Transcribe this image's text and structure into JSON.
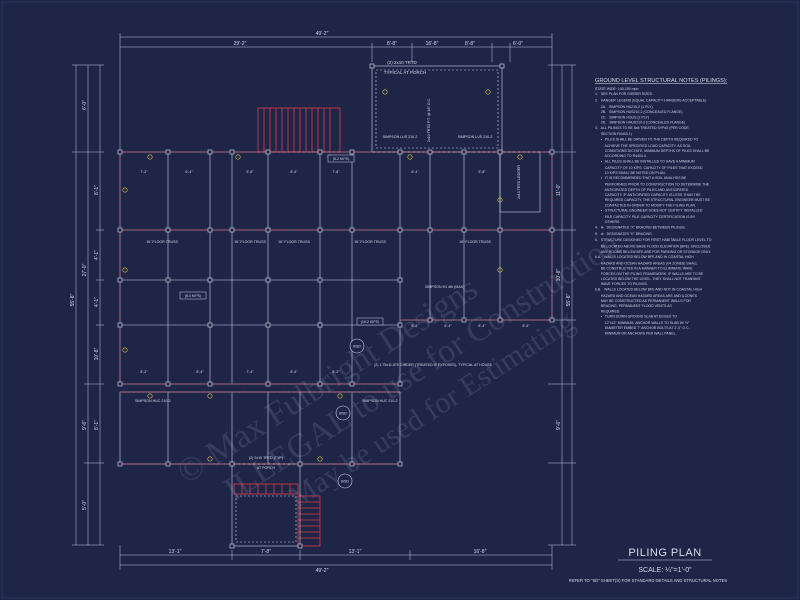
{
  "title": "PILING PLAN",
  "scale": "SCALE: ¼\"=1'-0\"",
  "refer_note": "REFER TO \"SD\" SHEET(S) FOR STANDARD DETAILS AND STRUCTURAL NOTES",
  "watermark": [
    "© Max Fulbright Designs",
    "ILLEGAL to use for Construction",
    "May be used for Estimating"
  ],
  "overall_dims": {
    "top_total": "49'-2\"",
    "top_left": "29'-2\"",
    "top_mid": "8'-8\"",
    "top_mid2": "16'-8\"",
    "top_mid3": "8'-8\"",
    "top_right": "6'-0\"",
    "bottom_total": "49'-2\"",
    "bottom_1": "13'-1\"",
    "bottom_2": "7'-8\"",
    "bottom_3": "13'-1\"",
    "bottom_4": "16'-8\"",
    "left_total": "55'-8\"",
    "left_1": "6'-0\"",
    "left_2": "27'-0\"",
    "left_3": "9'-6\"",
    "left_4": "5'-0\"",
    "right_total": "55'-8\"",
    "right_1": "11'-0\"",
    "right_2": "10'-8\"",
    "right_3": "9'-6\""
  },
  "bay_dims": {
    "upper": [
      "7'-2\"",
      "6'-4\"",
      "5'-6\"",
      "6'-4\"",
      "7'-8\"",
      "6'-4\"",
      "5'-8\""
    ],
    "lower": [
      "8'-2\"",
      "6'-4\"",
      "7'-4\"",
      "6'-4\"",
      "8'-2\""
    ],
    "east": [
      "6'-4\"",
      "6'-4\"",
      "6'-4\"",
      "6'-4\""
    ],
    "row_left": [
      "8'-1\"",
      "4'-1\"",
      "4'-1\"",
      "10'-8\"",
      "8'-1\""
    ]
  },
  "labels": {
    "porch_girder": "(2) 2x10 TRTD",
    "porch_top": "TYPICAL AT PORCH",
    "porch_side": "2x10 TRTD P.T. @ 16\" O.C.",
    "simpson_lus_1": "SIMPSON LUS 210-2",
    "simpson_lus_2": "SIMPSON LUS 210-2",
    "kips_top": "(5.2 KIPS)",
    "truss_1": "16\" FLOOR TRUSS",
    "truss_2": "16\" FLOOR TRUSS",
    "truss_3": "16\" FLOOR TRUSS",
    "truss_4": "16\" FLOOR TRUSS",
    "truss_5": "16\" FLOOR TRUSS",
    "kips_left": "(6.5 KIPS)",
    "simpson_h1": "SIMPSON H1 4th (MAX)",
    "kips_mid": "(16.2 KIPS)",
    "detail_1": "8/SD",
    "girder_note": "(2) 1.75x11.875 GIRDER (TREATED IF EXPOSED), TYPICAL AT HOUSE",
    "simpson_huc_1": "SIMPSON HUC 210-2",
    "simpson_huc_2": "SIMPSON HUC 210-2",
    "detail_2": "8/SD",
    "lower_girder": "(2) 2x10 TRTD (TYP)",
    "lower_porch": "AT PORCH",
    "detail_3": "8/SD",
    "east_ledger": "2x10 TRTD LEDGER"
  },
  "notes_title": "GROUND LEVEL STRUCTURAL NOTES (PILINGS):",
  "notes": [
    "STATE WIDE: 140-150 mph",
    "1.   SEE PLAN FOR GIRDER SIZES.",
    "2.   HANGER LEGEND (EQUAL CAPACITY HANGERS ACCEPTABLE)",
    "      2A.   SIMPSON HU210-2 (1 PLY)",
    "      2B.   SIMPSON HUS210-2 (CONCEALED FLANGE)",
    "      2C.   SIMPSON HGUS (2 PLY)",
    "      2D.   SIMPSON HHUS210-2 (CONCEALED FLANGE)",
    "3.   ALL PILINGS TO BE 8x8 TREATED SYP#2 (PER CODE",
    "      SECTION R4403.1)",
    "      •   PILES SHALL BE DRIVEN TO THE DEPTH REQUIRED TO",
    "          ACHIEVE THE SPECIFIED LOAD CAPACITY. AS SOIL",
    "          CONDITIONS DICTATE, MINIMUM DEPTHS OF PILES SHALL BE",
    "          ACCORDING TO R4404.4.",
    "      •   ALL PILES SHALL BE INSTALLED TO HAVE A MINIMUM",
    "          CAPACITY OF 10 KIPS. CAPACITY OF PILES THAT EXCEED",
    "          10 KIPS SHALL BE NOTED ON PLAN.",
    "      •   IT IS RECOMMENDED THAT A SOIL ANALYSIS BE",
    "          PERFORMED PRIOR TO CONSTRUCTION TO DETERMINE THE",
    "          ANTICIPATED DEPTH OF PILES AND ANTICIPATED",
    "          CAPACITY. IF ANTICIPATED CAPACITY IS LESS THAN THE",
    "          REQUIRED CAPACITY, THE STRUCTURAL ENGINEER MUST BE",
    "          CONTACTED IN ORDER TO MODIFY THE PILING PLAN.",
    "      •   STRUCTURAL ENGINEER DOES NOT CERTIFY INSTALLED",
    "          PILE CAPACITY. PILE CAPACITY CERTIFICATION IS BY",
    "          OTHERS.",
    "4.   ⊗   DESIGNATES \"X\" BRACING BETWEEN PILINGS.",
    "5.   ⊗   DESIGNATES \"K\" BRACING.",
    "6.   STRUCTURE DESIGNED FOR FIRST HABITABLE FLOOR LEVEL TO",
    "      BE LOCATED ABOVE BASE FLOOD ELEVATION (BFE). ENCLOSED",
    "      ANY ROOMS BELOW BFE ARE FOR PARKING OR STORAGE ONLY.",
    "6.A.   WALLS LOCATED BELOW BFE AND IN COASTAL HIGH",
    "      HAZARD AND OCEAN HAZARD AREAS (V4 ZONES) SHALL",
    "      BE CONSTRUCTED IN A MANNER TO ELIMINATE WAVE",
    "      FORCES ON THE PILING FRAMEWORK. IF WALLS ARE TO BE",
    "      LOCATED BELOW THE LEVEL, THEY SHALL NOT TRANSMIT",
    "      WAVE FORCES TO PILINGS.",
    "6.B.   WALLS LOCATED BELOW BFE AND NOT IN COASTAL HIGH",
    "      HAZARD AND OCEAN HAZARD AREAS ARE AND A ZONES",
    "      MAY BE CONSTRUCTED AS PERMANENT WALLS FOR",
    "      BRACING. PERMANENT FLOOD VENTS AS",
    "      REQUIRED.",
    "      •   TURN DOWN GROUND SLAB AT EDGES TO",
    "          12\"x12\" MINIMUM. ANCHOR WALLS TO SLAB W/ ½\"",
    "          DIAMETER EMBED 7\" ANCHOR BOLTS AT 2'-0\" O.C.",
    "          MINIMUM OR ANCHORS PER WALL PANEL."
  ]
}
